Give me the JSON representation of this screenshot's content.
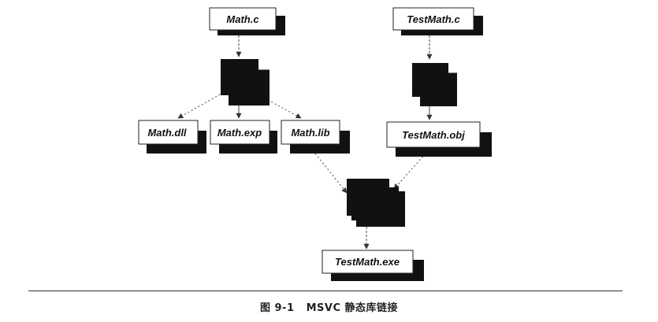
{
  "diagram": {
    "nodes": {
      "math_c": "Math.c",
      "testmath_c": "TestMath.c",
      "math_dll": "Math.dll",
      "math_exp": "Math.exp",
      "math_lib": "Math.lib",
      "testmath_obj": "TestMath.obj",
      "testmath_exe": "TestMath.exe"
    },
    "colors": {
      "shadow": "#111111",
      "box_border": "#222222",
      "arrow": "#333333"
    }
  },
  "caption": {
    "figure_label": "图 9-1",
    "title": "MSVC 静态库链接"
  }
}
